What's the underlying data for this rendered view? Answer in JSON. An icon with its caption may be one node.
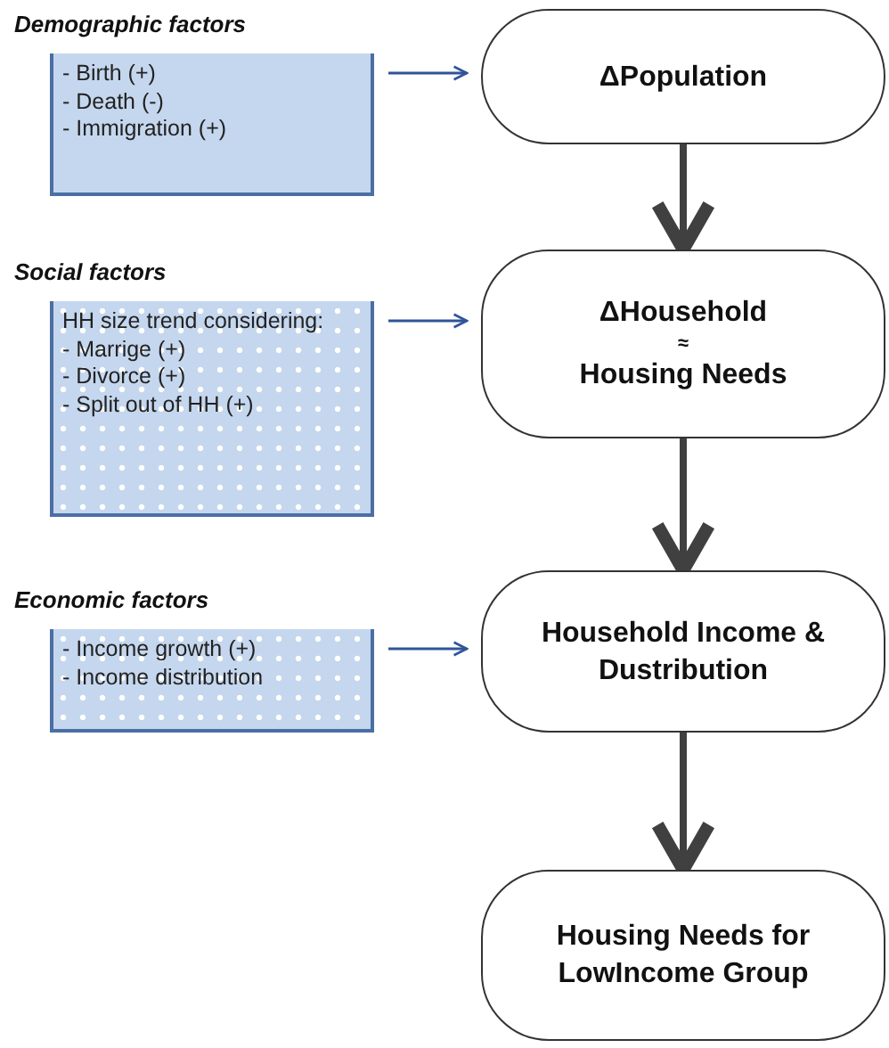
{
  "diagram": {
    "nodes": [
      {
        "text": [
          "Demographic factors",
          "- Birth (+)",
          "- Death (-)",
          "- Immigration (+)"
        ]
      },
      {
        "text": [
          "ΔPopulation"
        ]
      },
      {
        "text": [
          "Social factors",
          "HH size trend considering:",
          "- Marrige (+)",
          "- Divorce (+)",
          "- Split out of HH (+)"
        ]
      },
      {
        "text": [
          "ΔHousehold",
          "≈",
          "Housing Needs"
        ]
      },
      {
        "text": [
          "Economic factors",
          "- Income growth (+)",
          "- Income distribution"
        ]
      },
      {
        "text": [
          "Household Income & Dustribution"
        ]
      },
      {
        "text": [
          "Housing Needs for LowIncome Group"
        ]
      }
    ],
    "edges": [
      {
        "from": 0,
        "to": 1,
        "arrow": "to",
        "color": "#2f5597"
      },
      {
        "from": 1,
        "to": 3,
        "arrow": "to",
        "style": "thick"
      },
      {
        "from": 2,
        "to": 3,
        "arrow": "to",
        "color": "#2f5597"
      },
      {
        "from": 3,
        "to": 5,
        "arrow": "to",
        "style": "thick"
      },
      {
        "from": 4,
        "to": 5,
        "arrow": "to",
        "color": "#2f5597"
      },
      {
        "from": 5,
        "to": 6,
        "arrow": "to",
        "style": "thick"
      }
    ]
  }
}
